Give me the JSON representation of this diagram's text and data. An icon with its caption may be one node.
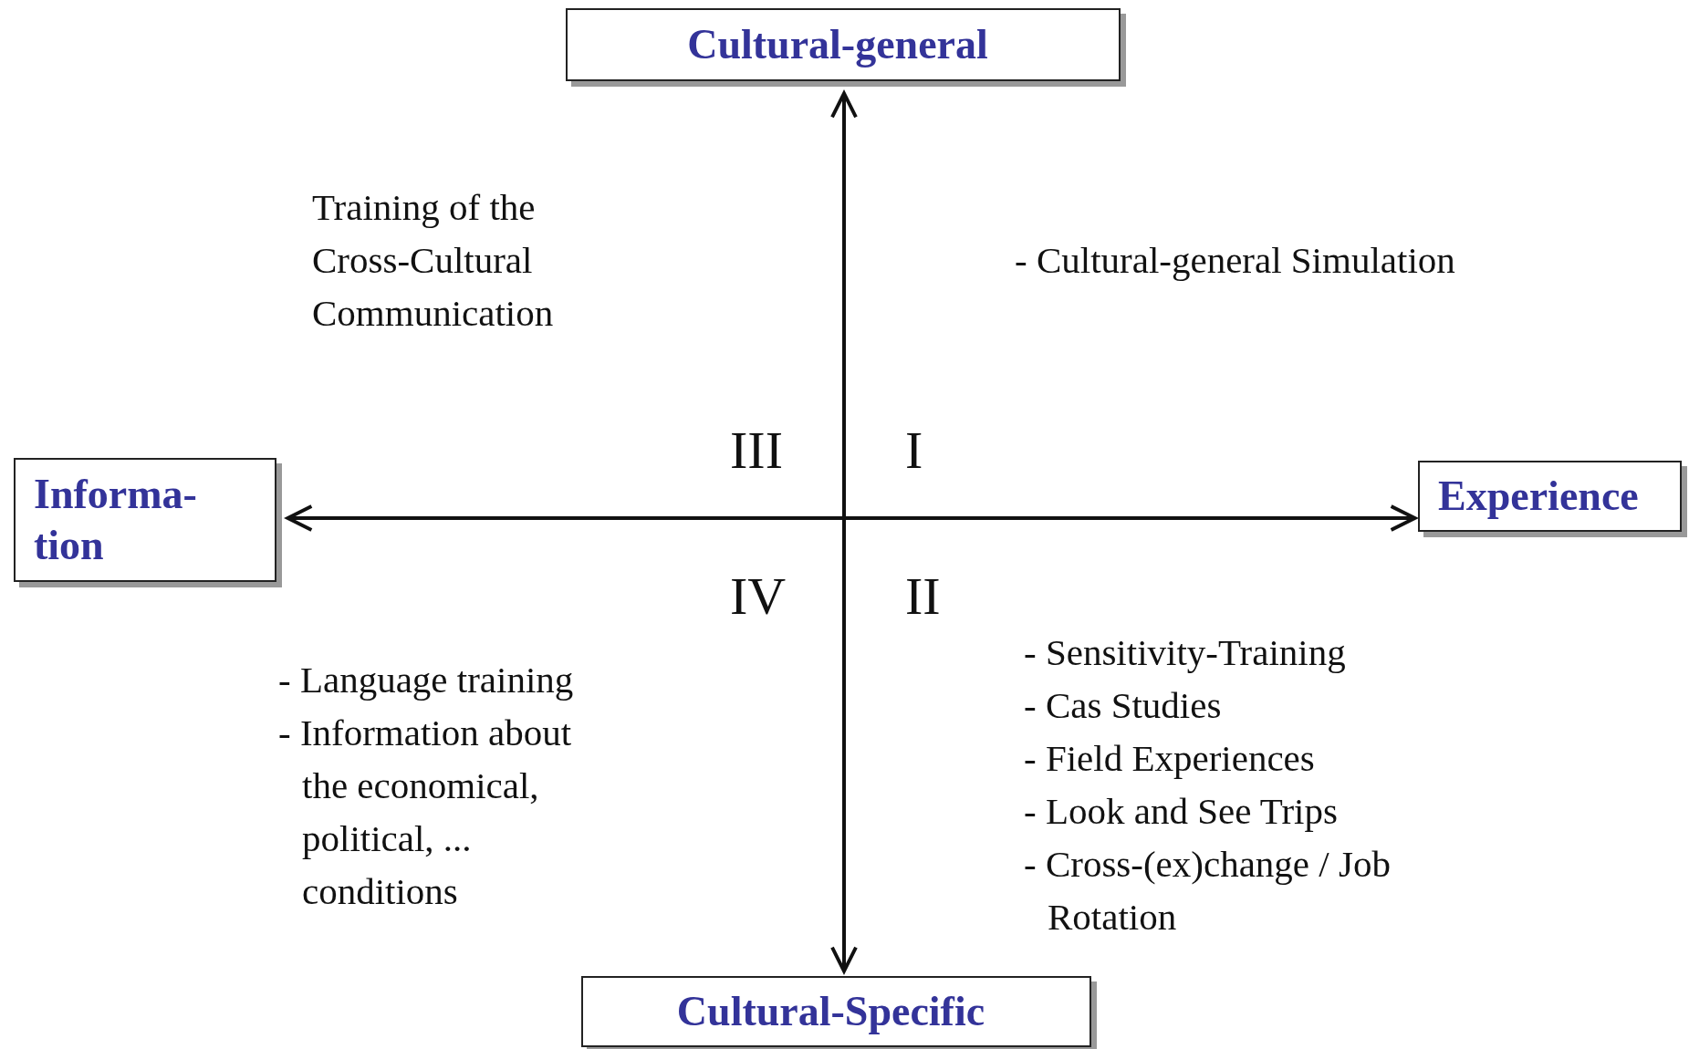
{
  "diagram": {
    "nodes": [
      {
        "text": [
          "Cultural-general"
        ]
      },
      {
        "text": [
          "Informa- tion"
        ]
      },
      {
        "text": [
          "Experience"
        ]
      },
      {
        "text": [
          "Cultural-Specific"
        ]
      }
    ],
    "edges": [
      {
        "from": 0,
        "to": 3,
        "arrow": "both"
      },
      {
        "from": 1,
        "to": 2,
        "arrow": "both"
      }
    ],
    "labels": [
      "Training of the Cross-Cultural Communication",
      "- Cultural-general Simulation",
      "III",
      "I",
      "IV",
      "II",
      "- Sensitivity-Training",
      "- Cas Studies",
      "- Field Experiences",
      "- Look and See Trips",
      "- Cross-(ex)change / Job Rotation",
      "- Language training",
      "- Information about the economical, political, ... conditions"
    ]
  }
}
